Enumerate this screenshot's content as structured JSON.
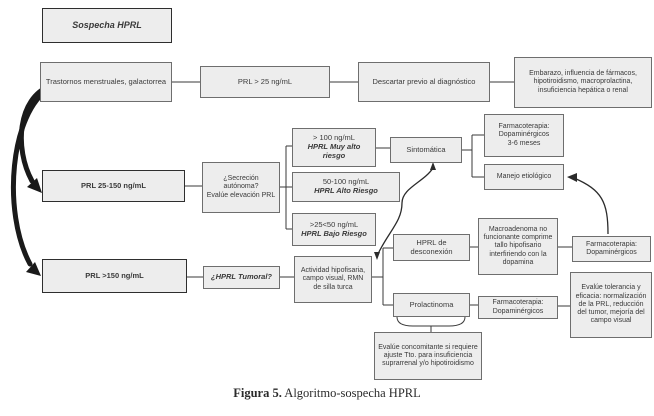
{
  "diagram": {
    "title": "Sospecha HPRL",
    "colors": {
      "box_fill": "#ededed",
      "box_border": "#6e6e6e",
      "line": "#3a3a3a",
      "thick_arrow": "#1a1a1a"
    },
    "nodes": {
      "sospecha": {
        "text": "Sospecha HPRL"
      },
      "trastornos": {
        "text": "Trastornos menstruales, galactorrea"
      },
      "prl25": {
        "text": "PRL > 25 ng/mL"
      },
      "descartar": {
        "text": "Descartar previo al diagnóstico"
      },
      "embarazo": {
        "text": "Embarazo, influencia de fármacos, hipotiroidismo, macroprolactina, insuficiencia hepática o renal"
      },
      "prl25150": {
        "text": "PRL 25-150 ng/mL"
      },
      "secrecion": {
        "line1": "¿Secreción autónoma?",
        "line2": "Evalúe elevación PRL"
      },
      "muyalto": {
        "line1": "> 100 ng/mL",
        "line2": "HPRL Muy alto riesgo"
      },
      "alto": {
        "line1": "50-100 ng/mL",
        "line2": "HPRL Alto Riesgo"
      },
      "bajo": {
        "line1": ">25<50 ng/mL",
        "line2": "HPRL Bajo Riesgo"
      },
      "sintomatica": {
        "text": "Sintomática"
      },
      "farmaco36": {
        "line1": "Farmacoterapia:",
        "line2": "Dopaminérgicos",
        "line3": "3-6 meses"
      },
      "manejo": {
        "text": "Manejo etiológico"
      },
      "prl150": {
        "text": "PRL >150 ng/mL"
      },
      "tumoral": {
        "text": "¿HPRL Tumoral?"
      },
      "actividad": {
        "text": "Actividad hipofisaria, campo visual, RMN de silla turca"
      },
      "desconexion": {
        "line1": "HPRL de",
        "line2": "desconexión"
      },
      "prolactinoma": {
        "text": "Prolactinoma"
      },
      "macroadenoma": {
        "text": "Macroadenoma no funcionante comprime tallo hipofisario interfiriendo con la dopamina"
      },
      "farmaco2": {
        "line1": "Farmacoterapia:",
        "line2": "Dopaminérgicos"
      },
      "farmacoright": {
        "line1": "Farmacoterapia:",
        "line2": "Dopaminérgicos"
      },
      "tolerancia": {
        "text": "Evalúe tolerancia y eficacia: normalización de la PRL, reducción del tumor, mejoría del campo visual"
      },
      "concomitante": {
        "text": "Evalúe concomitante si requiere ajuste Tto. para insuficiencia suprarrenal y/o hipotiroidismo"
      }
    },
    "caption": {
      "label": "Figura 5.",
      "text": " Algoritmo-sospecha HPRL"
    }
  }
}
